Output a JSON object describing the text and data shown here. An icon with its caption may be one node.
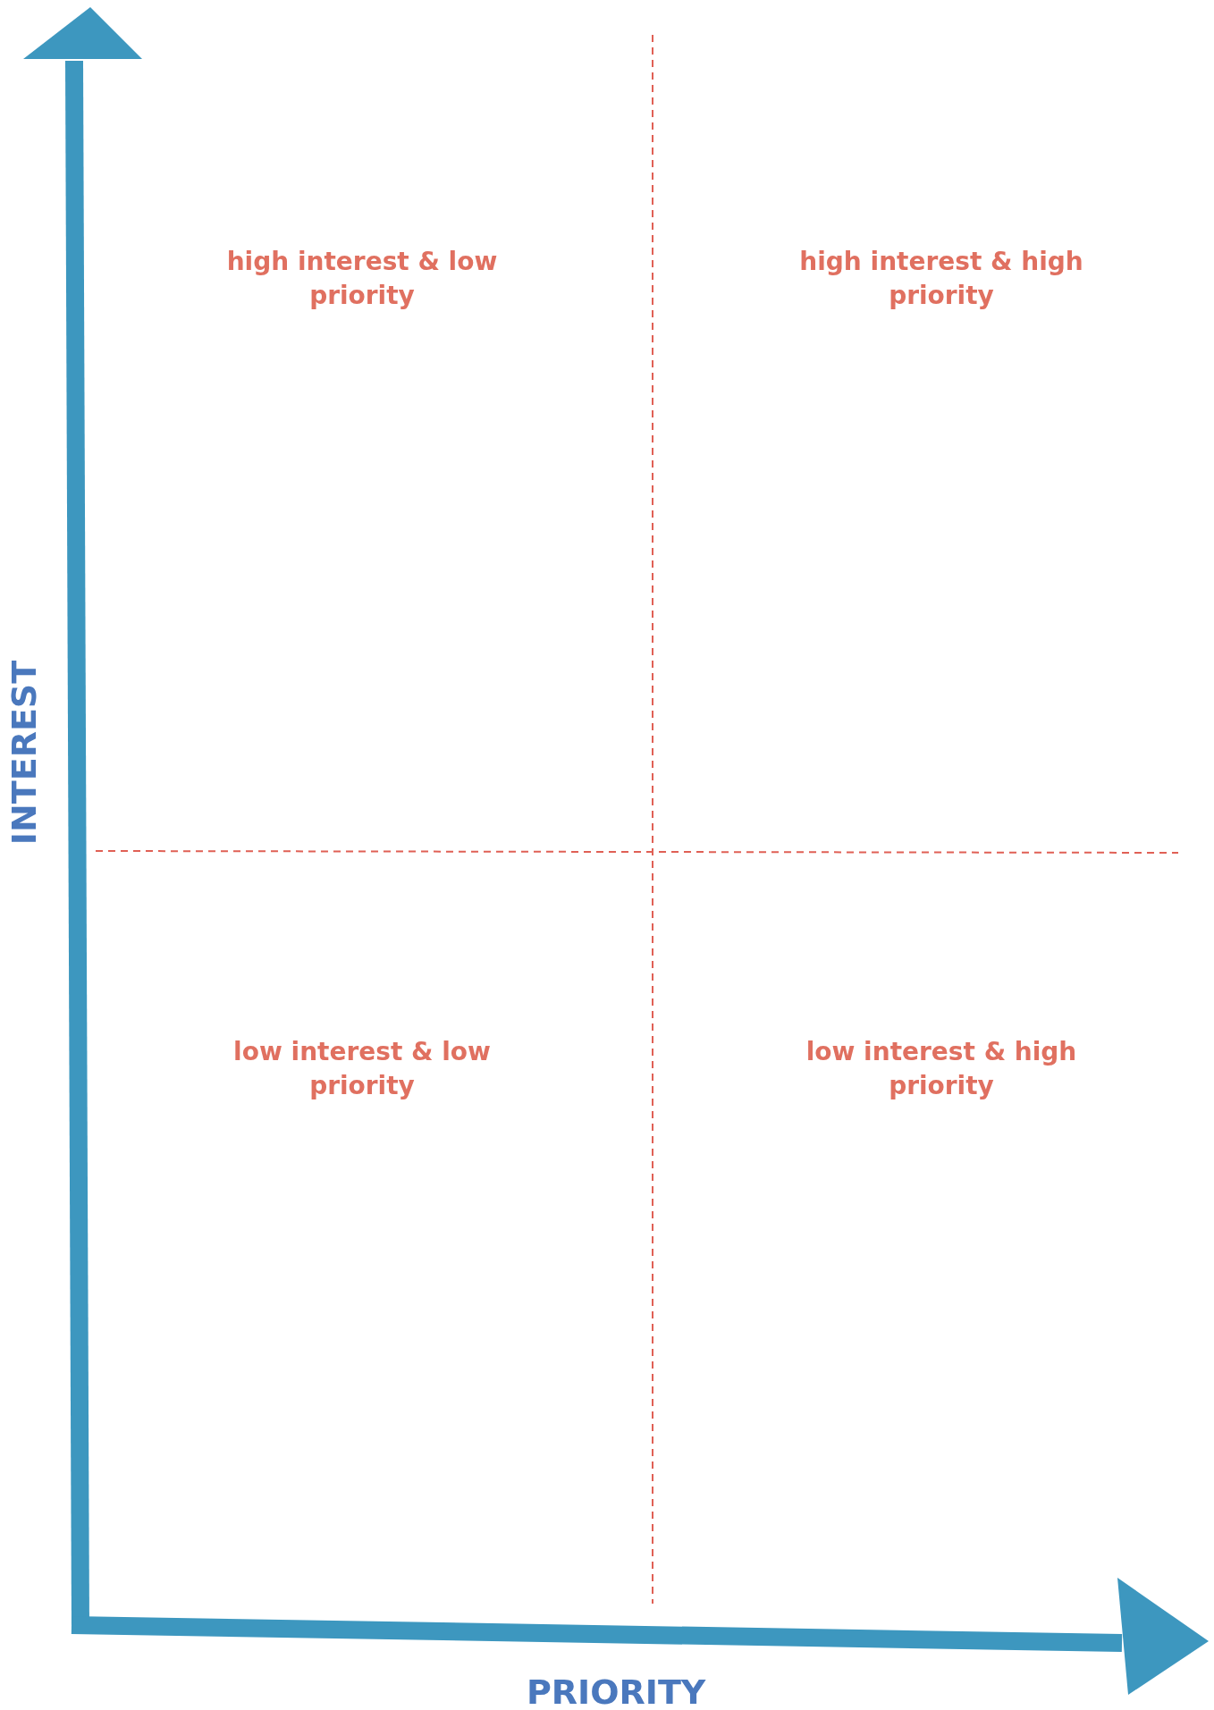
{
  "diagram": {
    "labels": [
      "high interest & low priority",
      "high interest & high priority",
      "INTEREST",
      "low interest & low priority",
      "low interest & high priority",
      "PRIORITY"
    ]
  }
}
